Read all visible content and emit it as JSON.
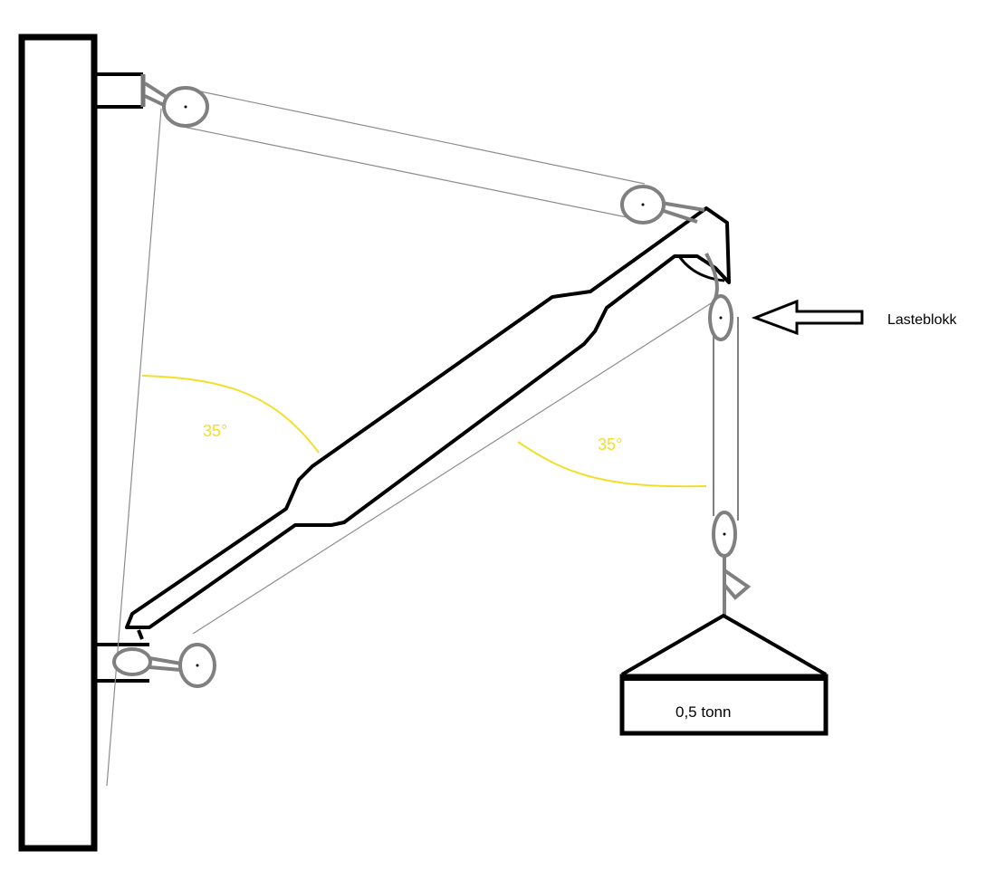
{
  "labels": {
    "angle_left": "35°",
    "angle_right": "35°",
    "load_block": "Lasteblokk",
    "weight": "0,5 tonn"
  },
  "colors": {
    "structure": "#000000",
    "pulley": "#808080",
    "rope": "#8c8c8c",
    "angle_arc": "#f2df2a",
    "background": "#ffffff"
  }
}
